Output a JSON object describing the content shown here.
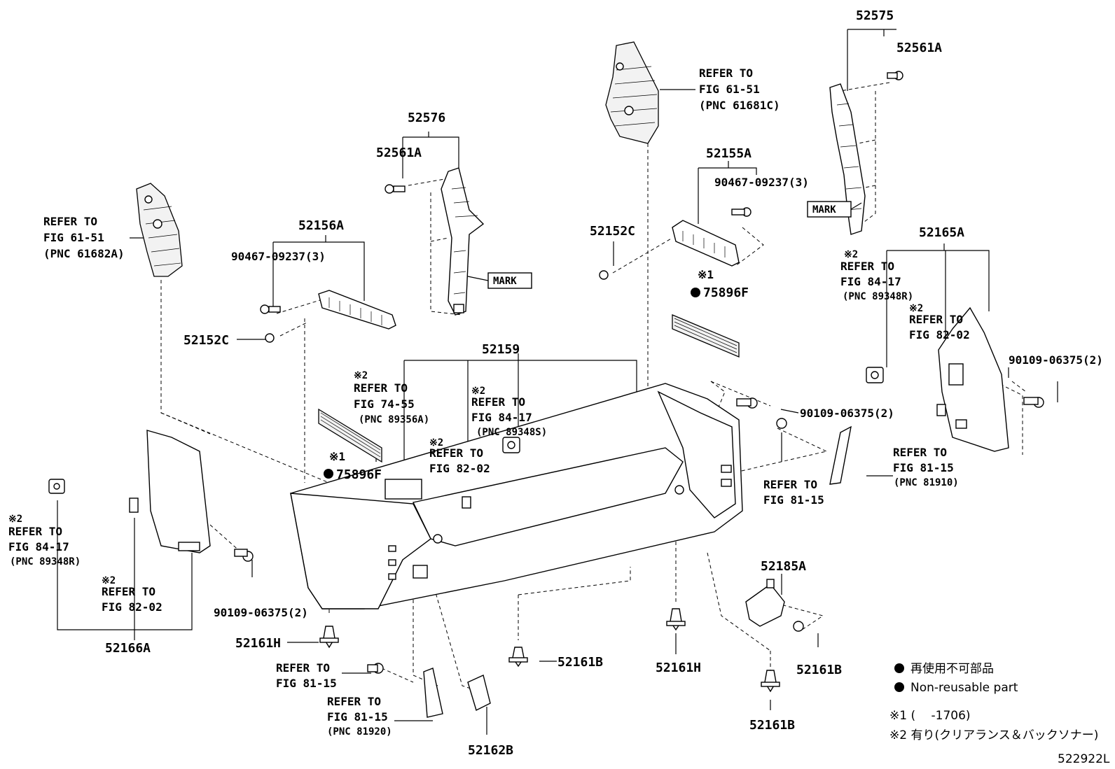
{
  "diagram": {
    "part_numbers": {
      "p52575": "52575",
      "p52561A_r": "52561A",
      "p52576": "52576",
      "p52561A_l": "52561A",
      "p52155A": "52155A",
      "p90467_r": "90467-09237(3)",
      "p52152C_r": "52152C",
      "p52156A": "52156A",
      "p90467_l": "90467-09237(3)",
      "p52152C_l": "52152C",
      "p52165A": "52165A",
      "p52159": "52159",
      "p75896F_l": "75896F",
      "p75896F_r": "75896F",
      "p90109_r2": "90109-06375(2)",
      "p90109_r1": "90109-06375(2)",
      "p90109_l": "90109-06375(2)",
      "p52166A": "52166A",
      "p52161H_l": "52161H",
      "p52161H_r": "52161H",
      "p52161B_c": "52161B",
      "p52161B_r": "52161B",
      "p52161B_b": "52161B",
      "p52185A": "52185A",
      "p52162B": "52162B"
    },
    "refer_to": "REFER TO",
    "fig_61_51": "FIG 61-51",
    "fig_74_55": "FIG 74-55",
    "fig_84_17": "FIG 84-17",
    "fig_82_02": "FIG 82-02",
    "fig_81_15": "FIG 81-15",
    "pnc_61681C": "(PNC 61681C)",
    "pnc_61682A": "(PNC 61682A)",
    "pnc_89356A": "(PNC 89356A)",
    "pnc_89348S": "(PNC 89348S)",
    "pnc_89348R": "(PNC 89348R)",
    "pnc_81910": "(PNC 81910)",
    "pnc_81920": "(PNC 81920)",
    "note1_mark": "※1",
    "note2_mark": "※2",
    "mark_label": "MARK",
    "legend": {
      "non_reusable_jp": "再使用不可部品",
      "non_reusable_en": "Non-reusable part",
      "note1": "※1 (　 -1706)",
      "note2": "※2 有り(クリアランス＆バックソナー)"
    },
    "figure_id": "522922L"
  }
}
